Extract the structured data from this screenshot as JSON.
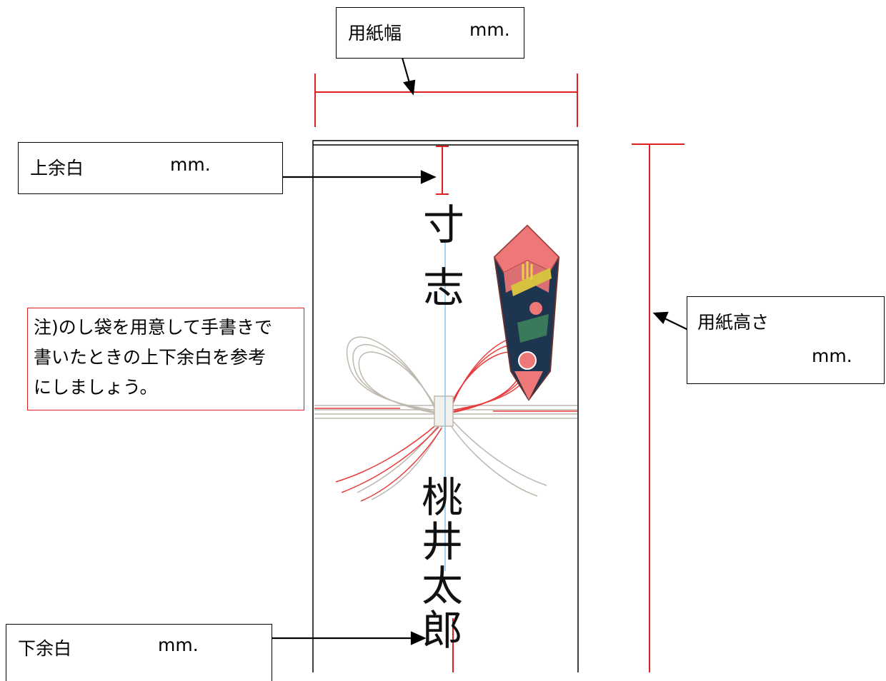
{
  "labels": {
    "paper_width": {
      "name": "用紙幅",
      "unit": "mm."
    },
    "top_margin": {
      "name": "上余白",
      "unit": "mm."
    },
    "bottom_margin": {
      "name": "下余白",
      "unit": "mm."
    },
    "paper_height": {
      "name": "用紙高さ",
      "unit": "mm."
    }
  },
  "note": {
    "lines": [
      "注)のし袋を用意して手書きで",
      "書いたときの上下余白を参考",
      "にしましょう。"
    ]
  },
  "envelope": {
    "title_chars": [
      "寸",
      "志"
    ],
    "name_chars": [
      "桃",
      "井",
      "太",
      "郎"
    ]
  },
  "colors": {
    "dimension_line": "#e02020",
    "mizuhiki_red": "#e83a3a",
    "noshi_pink": "#ee7777",
    "noshi_navy": "#1e3550",
    "guide_blue": "#8cc4e8"
  }
}
